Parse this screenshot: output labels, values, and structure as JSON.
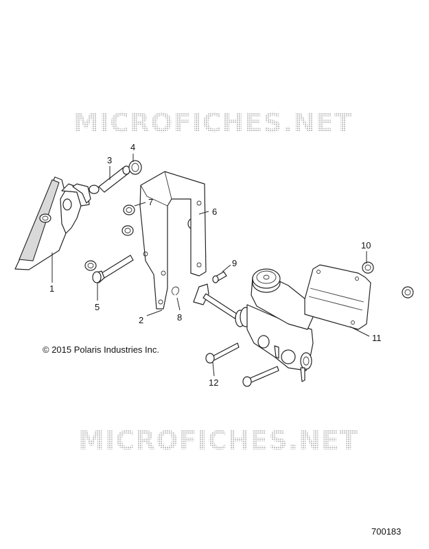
{
  "watermark_text": "MICROFICHES.NET",
  "copyright": "© 2015 Polaris Industries Inc.",
  "diagram_number": "700183",
  "callouts": [
    "1",
    "2",
    "3",
    "4",
    "5",
    "6",
    "7",
    "8",
    "9",
    "10",
    "11",
    "12"
  ],
  "colors": {
    "line": "#222222",
    "shade": "#d9d9d9",
    "watermark": "#c8c8c8"
  }
}
